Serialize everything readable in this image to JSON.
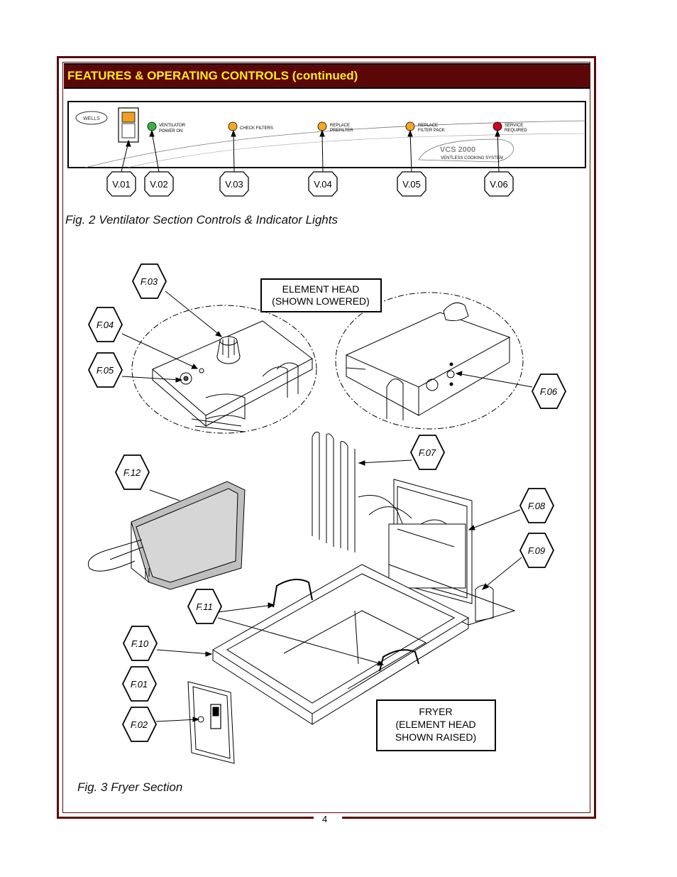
{
  "header": {
    "title": "FEATURES & OPERATING CONTROLS (continued)"
  },
  "fig2": {
    "caption": "Fig. 2  Ventilator Section Controls & Indicator Lights",
    "panel_brand": "WELLS",
    "panel_model": "VCS 2000",
    "panel_model_sub": "VENTLESS COOKING SYSTEM",
    "lights": [
      {
        "label_l1": "VENTILATOR",
        "label_l2": "POWER ON",
        "color": "#3cb043"
      },
      {
        "label_l1": "CHECK FILTERS",
        "label_l2": "",
        "color": "#f5a623"
      },
      {
        "label_l1": "REPLACE",
        "label_l2": "PREFILTER",
        "color": "#f5a623"
      },
      {
        "label_l1": "REPLACE",
        "label_l2": "FILTER PACK",
        "color": "#f5a623"
      },
      {
        "label_l1": "SERVICE",
        "label_l2": "REQUIRED",
        "color": "#d0021b"
      }
    ],
    "callouts": [
      "V.01",
      "V.02",
      "V.03",
      "V.04",
      "V.05",
      "V.06"
    ]
  },
  "fig3": {
    "caption": "Fig. 3  Fryer Section",
    "box_element_head_l1": "ELEMENT HEAD",
    "box_element_head_l2": "(SHOWN LOWERED)",
    "box_fryer_l1": "FRYER",
    "box_fryer_l2": "(ELEMENT HEAD",
    "box_fryer_l3": "SHOWN RAISED)",
    "callouts": {
      "f01": "F.01",
      "f02": "F.02",
      "f03": "F.03",
      "f04": "F.04",
      "f05": "F.05",
      "f06": "F.06",
      "f07": "F.07",
      "f08": "F.08",
      "f09": "F.09",
      "f10": "F.10",
      "f11": "F.11",
      "f12": "F.12"
    }
  },
  "page_number": "4"
}
